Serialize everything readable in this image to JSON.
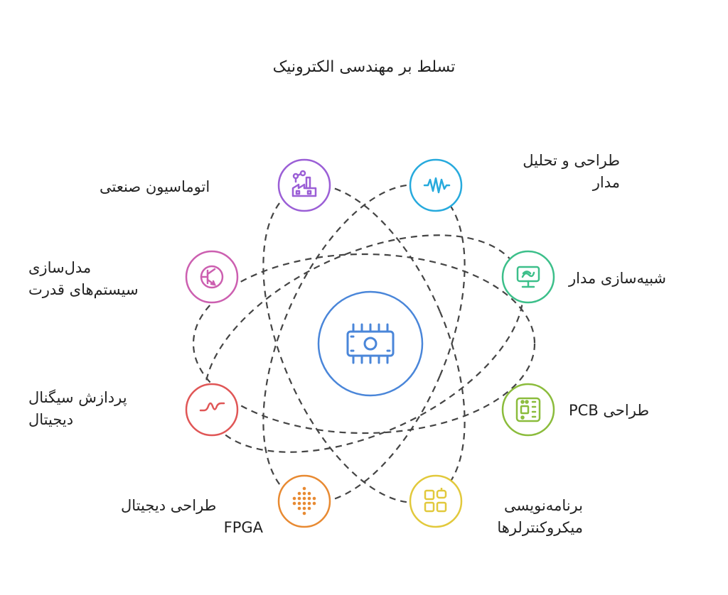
{
  "title": "تسلط بر مهندسی الکترونیک",
  "center": {
    "icon": "chip-icon",
    "color": "#4a86d9"
  },
  "nodes": [
    {
      "id": "circuit-design",
      "lines": [
        "طراحی و تحلیل",
        "مدار"
      ],
      "icon": "waveform-icon",
      "color": "#27aadd"
    },
    {
      "id": "circuit-simulation",
      "lines": [
        "شبیه‌سازی مدار"
      ],
      "icon": "monitor-icon",
      "color": "#3cbf8a"
    },
    {
      "id": "pcb-design",
      "lines": [
        "PCB طراحی"
      ],
      "icon": "pcb-icon",
      "color": "#8bbc3c"
    },
    {
      "id": "microcontroller-programming",
      "lines": [
        "برنامه‌نویسی",
        "میکروکنترلرها"
      ],
      "icon": "robot-apps-icon",
      "color": "#e2c93c"
    },
    {
      "id": "fpga-design",
      "lines": [
        "طراحی دیجیتال",
        "FPGA"
      ],
      "icon": "dot-grid-icon",
      "color": "#e88a32"
    },
    {
      "id": "dsp",
      "lines": [
        "پردازش سیگنال",
        "دیجیتال"
      ],
      "icon": "signal-icon",
      "color": "#e05656"
    },
    {
      "id": "power-modeling",
      "lines": [
        "مدل‌سازی",
        "سیستم‌های قدرت"
      ],
      "icon": "transistor-icon",
      "color": "#cc5fb0"
    },
    {
      "id": "industrial-automation",
      "lines": [
        "اتوماسیون صنعتی"
      ],
      "icon": "factory-icon",
      "color": "#9b5fd6"
    }
  ]
}
